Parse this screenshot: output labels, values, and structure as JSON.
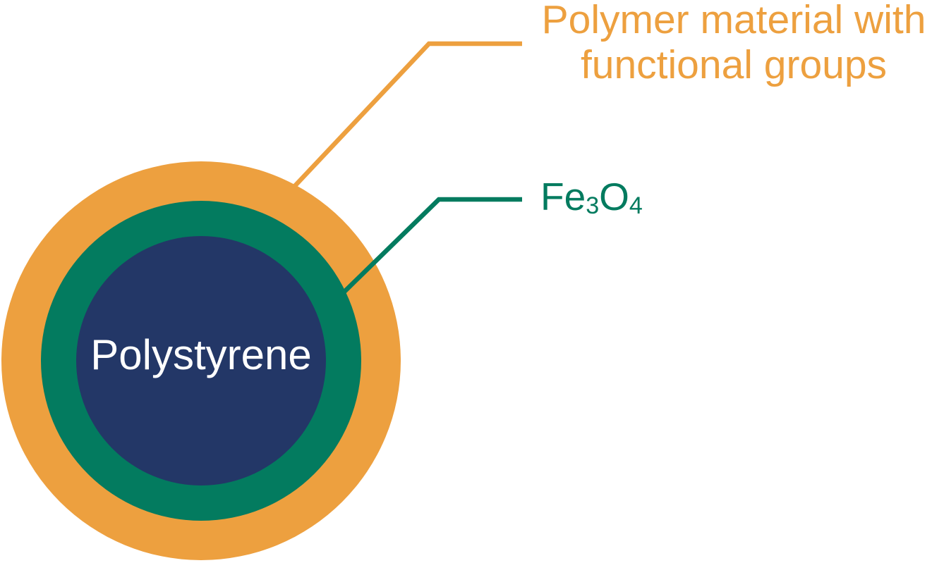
{
  "colors": {
    "shell": "#EDA03F",
    "magnetite": "#037B5F",
    "core": "#233767",
    "core_text": "#FFFFFF",
    "background": "#FFFFFF"
  },
  "diagram": {
    "core_label": "Polystyrene",
    "shell_label": "Polymer material with\nfunctional groups",
    "magnetite_label": {
      "base1": "Fe",
      "sub1": "3",
      "base2": "O",
      "sub2": "4"
    }
  }
}
